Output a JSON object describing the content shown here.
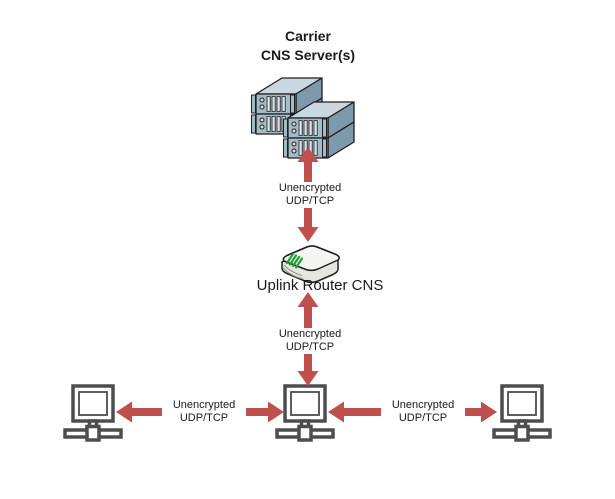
{
  "colors": {
    "canvas": "#ffffff",
    "ink": "#1a1a1a",
    "arrow": "#c0504d",
    "device": "#4d4d4d",
    "server_top": "#c9d7e0",
    "server_front": "#a3bac8",
    "server_side": "#7e99ab",
    "server_slot": "#d9e3e9",
    "router_body": "#e6e6e1",
    "router_top": "#f4f4f1",
    "router_led": "#21a038"
  },
  "title": {
    "line1": "Carrier",
    "line2": "CNS Server(s)"
  },
  "router": {
    "label": "Uplink Router CNS"
  },
  "nodes": {
    "servers": "Carrier CNS Server(s)",
    "router": "Uplink Router CNS",
    "workstations": [
      "workstation-left",
      "workstation-middle",
      "workstation-right"
    ]
  },
  "links": {
    "servers_router": {
      "line1": "Unencrypted",
      "line2": "UDP/TCP",
      "style": "double-arrow-vertical"
    },
    "router_ws": {
      "line1": "Unencrypted",
      "line2": "UDP/TCP",
      "style": "double-arrow-vertical"
    },
    "ws_left_mid": {
      "line1": "Unencrypted",
      "line2": "UDP/TCP",
      "style": "double-arrow-horizontal"
    },
    "ws_mid_right": {
      "line1": "Unencrypted",
      "line2": "UDP/TCP",
      "style": "double-arrow-horizontal"
    }
  }
}
